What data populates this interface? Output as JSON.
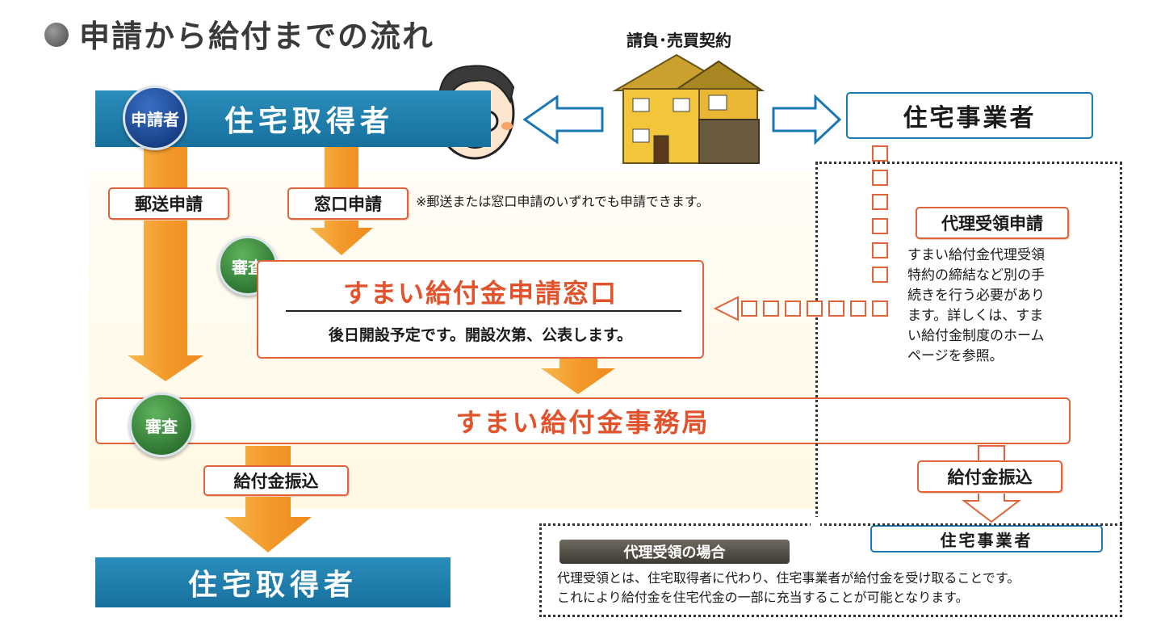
{
  "title": "申請から給付までの流れ",
  "contract_label": "請負･売買契約",
  "homebuyer": {
    "top_label": "住宅取得者",
    "bottom_label": "住宅取得者",
    "badge": "申請者"
  },
  "builder": {
    "top_label": "住宅事業者",
    "bottom_label": "住宅事業者"
  },
  "mail_apply": "郵送申請",
  "counter_apply": "窓口申請",
  "apply_note": "※郵送または窓口申請のいずれでも申請できます。",
  "review_label": "審査",
  "window": {
    "title": "すまい給付金申請窓口",
    "note": "後日開設予定です。開設次第、公表します。"
  },
  "bureau": "すまい給付金事務局",
  "transfer_label": "給付金振込",
  "proxy": {
    "label": "代理受領申請",
    "lines": [
      "すまい給付金代理受領",
      "特約の締結など別の手",
      "続きを行う必要があり",
      "ます。詳しくは、すま",
      "い給付金制度のホーム",
      "ページを参照。"
    ]
  },
  "proxy_case": {
    "tag": "代理受領の場合",
    "lines": [
      "代理受領とは、住宅取得者に代わり、住宅事業者が給付金を受け取ることです。",
      "これにより給付金を住宅代金の一部に充当することが可能となります。"
    ]
  },
  "colors": {
    "accent_orange": "#f39a2b",
    "red_text": "#e2532c",
    "blue_bar": "#1f7fb0",
    "green_circle": "#2e7a32",
    "navy_circle": "#163e86"
  }
}
